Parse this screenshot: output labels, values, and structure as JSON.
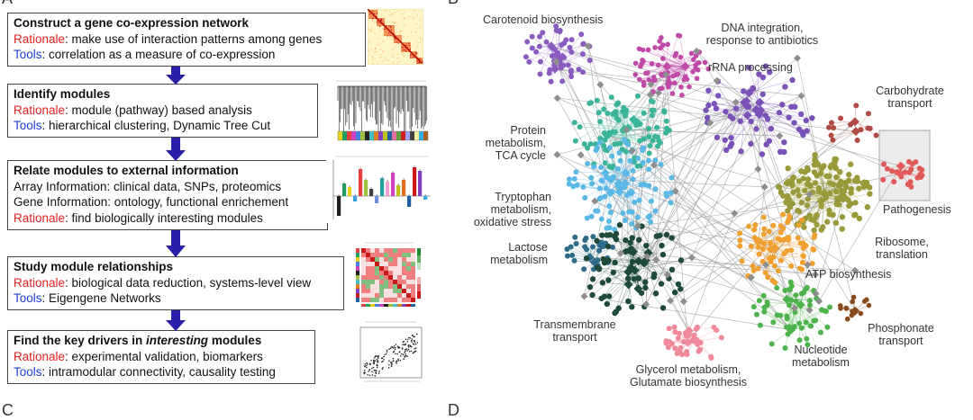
{
  "panel_a": {
    "letter": "A",
    "steps": [
      {
        "title": "Construct a gene co-expression network",
        "rationale_label": "Rationale",
        "rationale_text": ": make use of interaction patterns among genes",
        "tools_label": "Tools",
        "tools_text": ": correlation as a measure of co-expression"
      },
      {
        "title": "Identify modules",
        "rationale_label": "Rationale",
        "rationale_text": ": module (pathway) based analysis",
        "tools_label": "Tools",
        "tools_text": ": hierarchical clustering, Dynamic Tree Cut"
      },
      {
        "title": "Relate modules to external information",
        "line1": "Array Information: clinical data, SNPs, proteomics",
        "line2": "Gene Information: ontology, functional enrichement",
        "rationale_label": "Rationale",
        "rationale_text": ": find biologically interesting modules"
      },
      {
        "title": "Study module relationships",
        "rationale_label": "Rationale",
        "rationale_text": ": biological data reduction, systems-level view",
        "tools_label": "Tools",
        "tools_text": ": Eigengene Networks"
      },
      {
        "title_pre": "Find the key drivers in ",
        "title_em": "interesting",
        "title_post": " modules",
        "rationale_label": "Rationale",
        "rationale_text": ": experimental validation, biomarkers",
        "tools_label": "Tools",
        "tools_text": ": intramodular connectivity, causality testing"
      }
    ]
  },
  "panel_b": {
    "letter": "B",
    "labels": {
      "carotenoid": "Carotenoid biosynthesis",
      "dna_1": "DNA integration,",
      "dna_2": "response to antibiotics",
      "rrna": "rRNA processing",
      "carb_1": "Carbohydrate",
      "carb_2": "transport",
      "protein_1": "Protein",
      "protein_2": "metabolism,",
      "protein_3": "TCA cycle",
      "trp_1": "Tryptophan",
      "trp_2": "metabolism,",
      "trp_3": "oxidative stress",
      "pathogenesis": "Pathogenesis",
      "ribo_1": "Ribosome,",
      "ribo_2": "translation",
      "lactose_1": "Lactose",
      "lactose_2": "metabolism",
      "atp": "ATP biosynthesis",
      "trans_1": "Transmembrane",
      "trans_2": "transport",
      "phos_1": "Phosphonate",
      "phos_2": "transport",
      "nuc_1": "Nucleotide",
      "nuc_2": "metabolism",
      "gly_1": "Glycerol metabolism,",
      "gly_2": "Glutamate biosynthesis"
    },
    "module_colors": {
      "carotenoid": "#8a5cc0",
      "dna": "#c04aa8",
      "rrna": "#7a52b8",
      "carb": "#b04a44",
      "protein": "#3bb59a",
      "tryptophan": "#5ab8e6",
      "pathogenesis": "#e05a5a",
      "ribosome": "#9a9a3a",
      "lactose": "#2f6c8a",
      "atp": "#f0a030",
      "transmembrane": "#1f4a3a",
      "phosphonate": "#8a4a1c",
      "nucleotide": "#4cb44a",
      "glycerol": "#f08a9a",
      "hub": "#8e8e8e"
    }
  },
  "panel_c": {
    "letter": "C"
  },
  "panel_d": {
    "letter": "D"
  }
}
